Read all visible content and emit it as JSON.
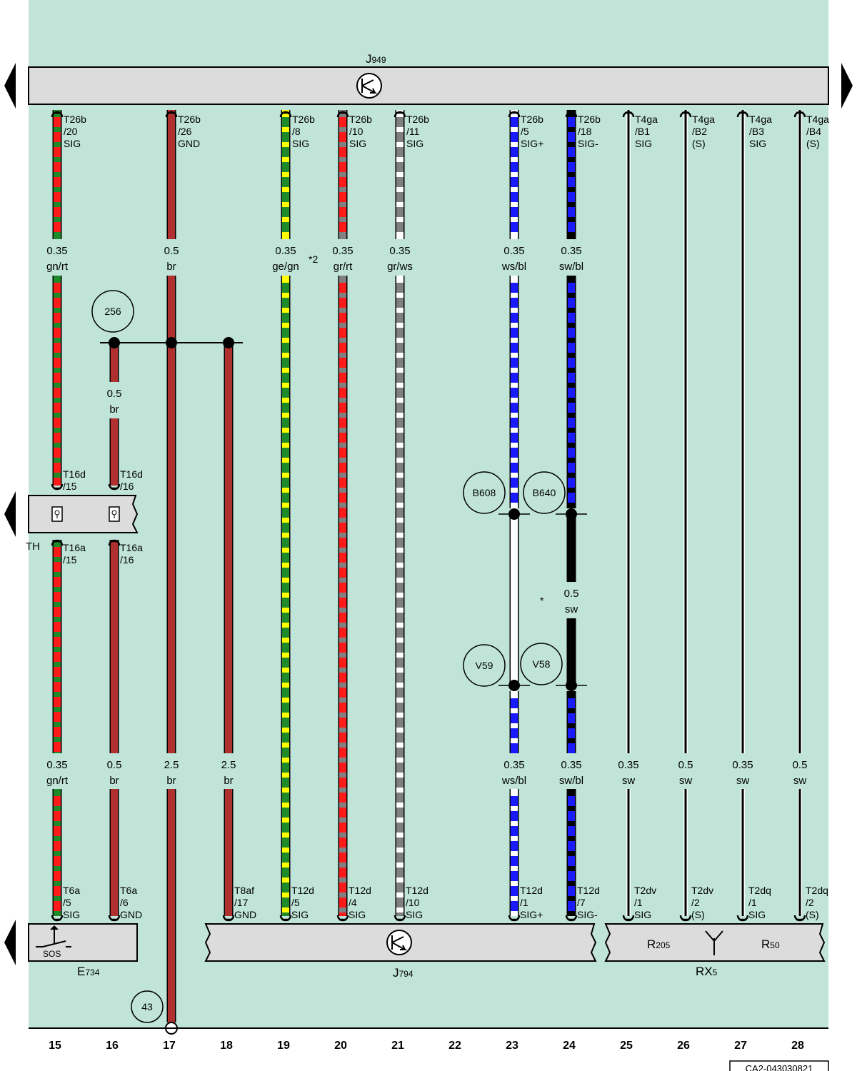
{
  "module_top": {
    "name": "J",
    "sub": "949"
  },
  "columns": [
    "15",
    "16",
    "17",
    "18",
    "19",
    "20",
    "21",
    "22",
    "23",
    "24",
    "25",
    "26",
    "27",
    "28"
  ],
  "top_connectors": [
    {
      "col": "15",
      "l1": "T26b",
      "l2": "/20",
      "l3": "SIG"
    },
    {
      "col": "17",
      "l1": "T26b",
      "l2": "/26",
      "l3": "GND"
    },
    {
      "col": "19",
      "l1": "T26b",
      "l2": "/8",
      "l3": "SIG"
    },
    {
      "col": "20",
      "l1": "T26b",
      "l2": "/10",
      "l3": "SIG"
    },
    {
      "col": "21",
      "l1": "T26b",
      "l2": "/11",
      "l3": "SIG"
    },
    {
      "col": "23",
      "l1": "T26b",
      "l2": "/5",
      "l3": "SIG+"
    },
    {
      "col": "24",
      "l1": "T26b",
      "l2": "/18",
      "l3": "SIG-"
    },
    {
      "col": "25",
      "l1": "T4ga",
      "l2": "/B1",
      "l3": "SIG"
    },
    {
      "col": "26",
      "l1": "T4ga",
      "l2": "/B2",
      "l3": "(S)"
    },
    {
      "col": "27",
      "l1": "T4ga",
      "l2": "/B3",
      "l3": "SIG"
    },
    {
      "col": "28",
      "l1": "T4ga",
      "l2": "/B4",
      "l3": "(S)"
    }
  ],
  "wire_labels_upper": [
    {
      "col": "15",
      "size": "0.35",
      "color": "gn/rt"
    },
    {
      "col": "17",
      "size": "0.5",
      "color": "br"
    },
    {
      "col": "19",
      "size": "0.35",
      "color": "ge/gn"
    },
    {
      "col": "20",
      "size": "0.35",
      "color": "gr/rt"
    },
    {
      "col": "21",
      "size": "0.35",
      "color": "gr/ws"
    },
    {
      "col": "23",
      "size": "0.35",
      "color": "ws/bl"
    },
    {
      "col": "24",
      "size": "0.35",
      "color": "sw/bl"
    }
  ],
  "note_star2": "*2",
  "note_star": "*",
  "splice_256": "256",
  "wire_label_16_mid": {
    "size": "0.5",
    "color": "br"
  },
  "mid_connectors_top": [
    {
      "col": "15",
      "l1": "T16d",
      "l2": "/15"
    },
    {
      "col": "16",
      "l1": "T16d",
      "l2": "/16"
    }
  ],
  "mid_connectors_bottom": [
    {
      "col": "15",
      "l1": "T16a",
      "l2": "/15"
    },
    {
      "col": "16",
      "l1": "T16a",
      "l2": "/16"
    }
  ],
  "th_label": "TH",
  "splices": {
    "b608": "B608",
    "b640": "B640",
    "v59": "V59",
    "v58": "V58"
  },
  "wire_label_24_mid": {
    "size": "0.5",
    "color": "sw"
  },
  "wire_labels_lower": [
    {
      "col": "15",
      "size": "0.35",
      "color": "gn/rt"
    },
    {
      "col": "16",
      "size": "0.5",
      "color": "br"
    },
    {
      "col": "17",
      "size": "2.5",
      "color": "br"
    },
    {
      "col": "18",
      "size": "2.5",
      "color": "br"
    },
    {
      "col": "23",
      "size": "0.35",
      "color": "ws/bl"
    },
    {
      "col": "24",
      "size": "0.35",
      "color": "sw/bl"
    },
    {
      "col": "25",
      "size": "0.35",
      "color": "sw"
    },
    {
      "col": "26",
      "size": "0.5",
      "color": "sw"
    },
    {
      "col": "27",
      "size": "0.35",
      "color": "sw"
    },
    {
      "col": "28",
      "size": "0.5",
      "color": "sw"
    }
  ],
  "bottom_connectors": [
    {
      "col": "15",
      "l1": "T6a",
      "l2": "/5",
      "l3": "SIG"
    },
    {
      "col": "16",
      "l1": "T6a",
      "l2": "/6",
      "l3": "GND"
    },
    {
      "col": "18",
      "l1": "T8af",
      "l2": "/17",
      "l3": "GND"
    },
    {
      "col": "19",
      "l1": "T12d",
      "l2": "/5",
      "l3": "SIG"
    },
    {
      "col": "20",
      "l1": "T12d",
      "l2": "/4",
      "l3": "SIG"
    },
    {
      "col": "21",
      "l1": "T12d",
      "l2": "/10",
      "l3": "SIG"
    },
    {
      "col": "23",
      "l1": "T12d",
      "l2": "/1",
      "l3": "SIG+"
    },
    {
      "col": "24",
      "l1": "T12d",
      "l2": "/7",
      "l3": "SIG-"
    },
    {
      "col": "25",
      "l1": "T2dv",
      "l2": "/1",
      "l3": "SIG"
    },
    {
      "col": "26",
      "l1": "T2dv",
      "l2": "/2",
      "l3": "(S)"
    },
    {
      "col": "27",
      "l1": "T2dq",
      "l2": "/1",
      "l3": "SIG"
    },
    {
      "col": "28",
      "l1": "T2dq",
      "l2": "/2",
      "l3": "(S)"
    }
  ],
  "sos_label": "SOS",
  "module_e734": {
    "name": "E",
    "sub": "734"
  },
  "module_j794": {
    "name": "J",
    "sub": "794"
  },
  "module_r205": {
    "name": "R",
    "sub": "205"
  },
  "module_r50": {
    "name": "R",
    "sub": "50"
  },
  "module_rx5": {
    "name": "RX",
    "sub": "5"
  },
  "ground_ref": "43",
  "figure_id": "CA2-043030821",
  "wire_colors": {
    "gn": "#1e8a2a",
    "rt": "#ff1a1a",
    "br": "#b03030",
    "ge": "#ffff00",
    "gr": "#808080",
    "ws": "#ffffff",
    "bl": "#1a1aff",
    "sw": "#000000"
  },
  "background_color": "#c0e4d8",
  "module_fill": "#dcdcdc"
}
